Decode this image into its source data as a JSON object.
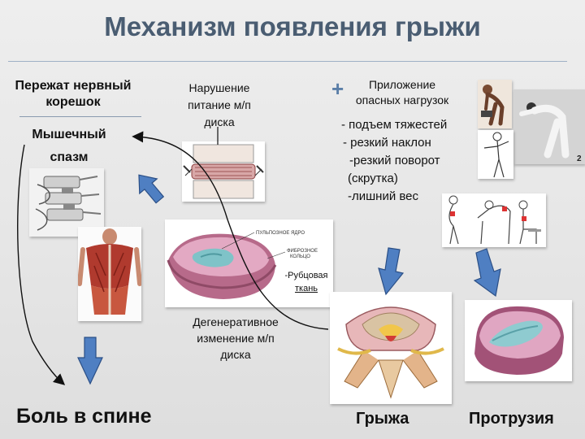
{
  "title": "Механизм появления грыжи",
  "labels": {
    "pinched_root_1": "Пережат нервный",
    "pinched_root_2": "корешок",
    "muscle_spasm_1": "Мышечный",
    "muscle_spasm_2": "спазм",
    "nutrition_1": "Нарушение",
    "nutrition_2": "питание м/п",
    "nutrition_3": "диска",
    "loads_plus": "+",
    "loads_1": "Приложение",
    "loads_2": "опасных нагрузок",
    "degen_1": "Дегенеративное",
    "degen_2": "изменение м/п",
    "degen_3": "диска",
    "scar_1": "-Рубцовая",
    "scar_2": "ткань",
    "disc_label_nucleus": "ПУЛЬПОЗНОЕ ЯДРО",
    "disc_label_ring_1": "ФИБРОЗНОЕ",
    "disc_label_ring_2": "КОЛЬЦО",
    "photo_number": "2"
  },
  "load_list": [
    "- подъем тяжестей",
    "- резкий наклон",
    "-резкий поворот",
    "(скрутка)",
    "-лишний вес"
  ],
  "outcomes": {
    "back_pain": "Боль в спине",
    "hernia": "Грыжа",
    "protrusion": "Протрузия"
  },
  "colors": {
    "title": "#4a5d72",
    "arrow_fill": "#4f7fc2",
    "arrow_stroke": "#2b4f86",
    "plus": "#5b7fa8"
  }
}
